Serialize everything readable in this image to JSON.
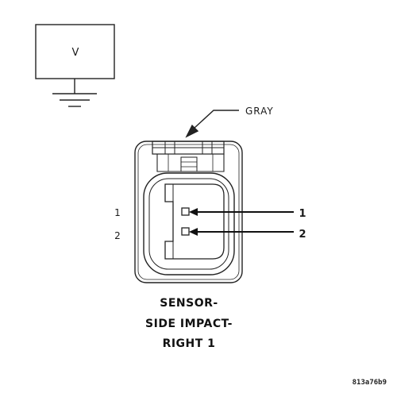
{
  "meter": {
    "symbol": "V"
  },
  "connector": {
    "color_label": "GRAY",
    "cavity_numbers": [
      "1",
      "2"
    ],
    "pin_callouts": [
      "1",
      "2"
    ]
  },
  "title": {
    "lines": [
      "SENSOR-",
      "SIDE IMPACT-",
      "RIGHT 1"
    ]
  },
  "figure_code": "813a76b9"
}
